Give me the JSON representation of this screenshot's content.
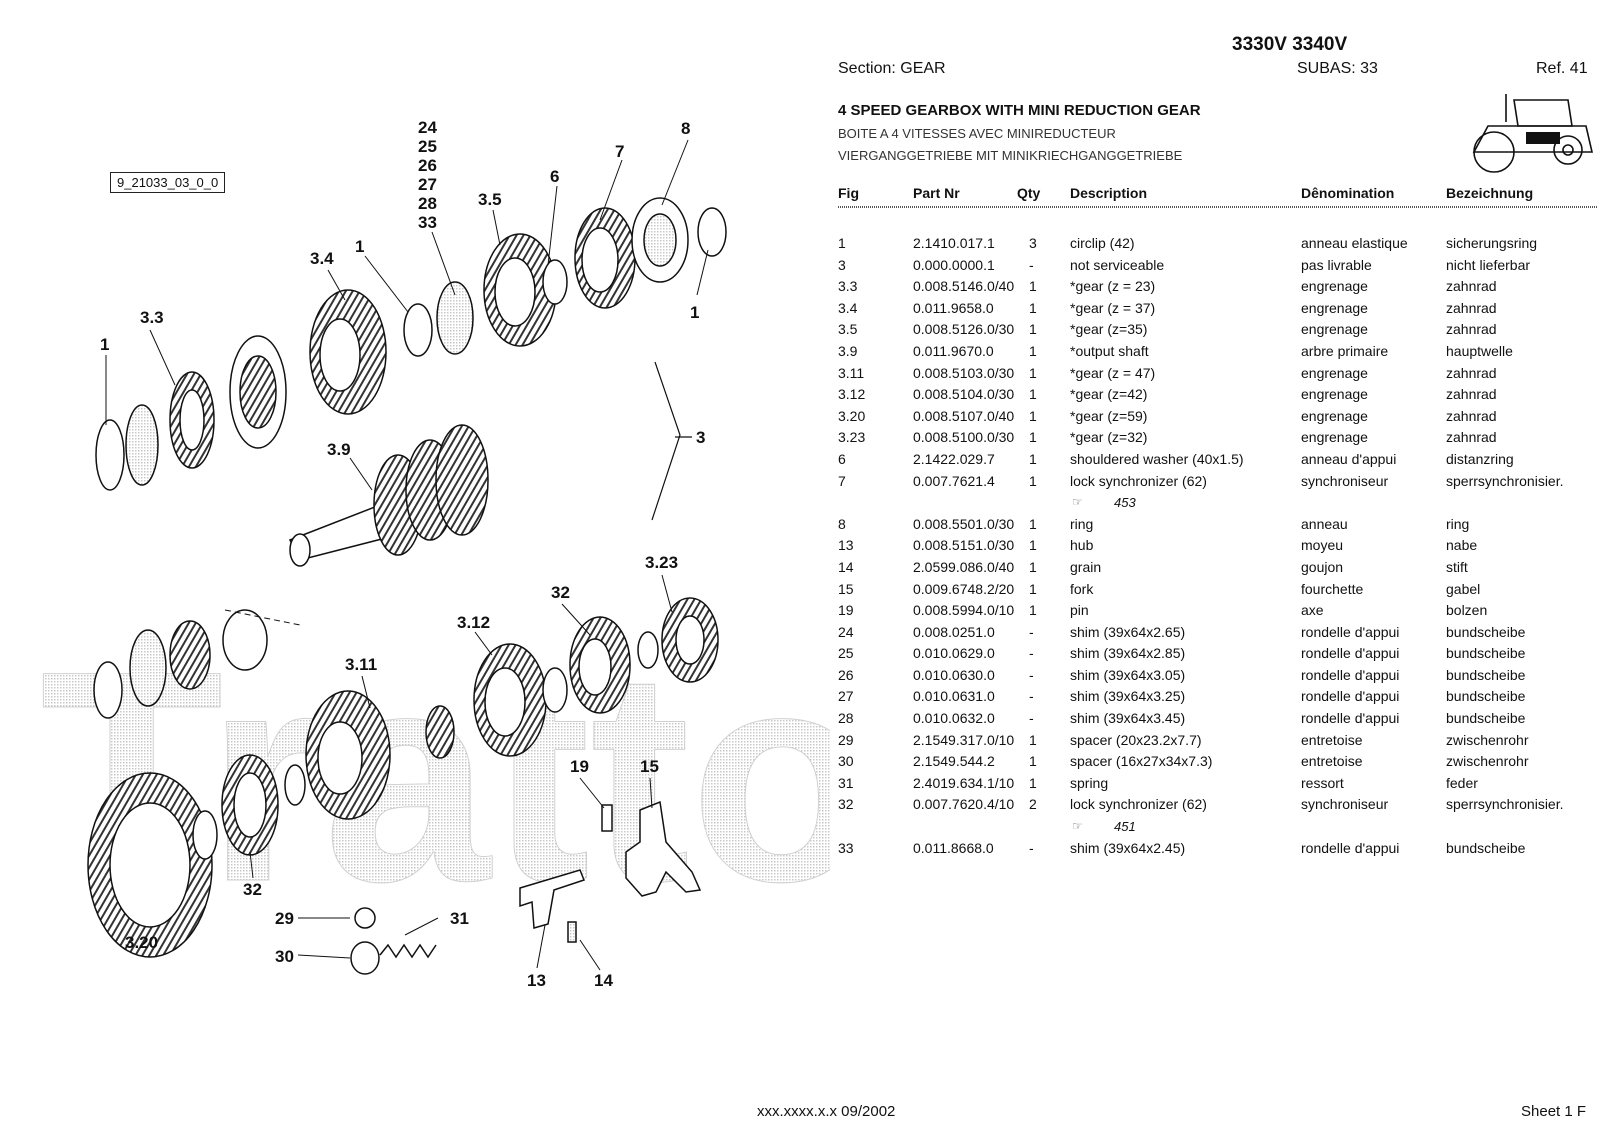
{
  "header": {
    "model": "3330V 3340V",
    "section": "Section: GEAR",
    "subas": "SUBAS: 33",
    "ref": "Ref. 41",
    "title_en": "4 SPEED GEARBOX WITH MINI REDUCTION GEAR",
    "title_fr": "BOITE A 4 VITESSES AVEC MINIREDUCTEUR",
    "title_de": "VIERGANGGETRIEBE MIT MINIKRIECHGANGGETRIEBE"
  },
  "table": {
    "headers": {
      "fig": "Fig",
      "part": "Part Nr",
      "qty": "Qty",
      "desc": "Description",
      "den": "Dênomination",
      "bez": "Bezeichnung"
    },
    "rows": [
      {
        "fig": "1",
        "part": "2.1410.017.1",
        "qty": "3",
        "desc": "circlip (42)",
        "den": "anneau elastique",
        "bez": "sicherungsring"
      },
      {
        "fig": "3",
        "part": "0.000.0000.1",
        "qty": "-",
        "desc": "not serviceable",
        "den": "pas livrable",
        "bez": "nicht lieferbar"
      },
      {
        "fig": "3.3",
        "part": "0.008.5146.0/40",
        "qty": "1",
        "desc": "*gear (z = 23)",
        "den": "engrenage",
        "bez": "zahnrad"
      },
      {
        "fig": "3.4",
        "part": "0.011.9658.0",
        "qty": "1",
        "desc": "*gear (z = 37)",
        "den": "engrenage",
        "bez": "zahnrad"
      },
      {
        "fig": "3.5",
        "part": "0.008.5126.0/30",
        "qty": "1",
        "desc": "*gear (z=35)",
        "den": "engrenage",
        "bez": "zahnrad"
      },
      {
        "fig": "3.9",
        "part": "0.011.9670.0",
        "qty": "1",
        "desc": "*output shaft",
        "den": "arbre primaire",
        "bez": "hauptwelle"
      },
      {
        "fig": "3.11",
        "part": "0.008.5103.0/30",
        "qty": "1",
        "desc": "*gear (z = 47)",
        "den": "engrenage",
        "bez": "zahnrad"
      },
      {
        "fig": "3.12",
        "part": "0.008.5104.0/30",
        "qty": "1",
        "desc": "*gear (z=42)",
        "den": "engrenage",
        "bez": "zahnrad"
      },
      {
        "fig": "3.20",
        "part": "0.008.5107.0/40",
        "qty": "1",
        "desc": "*gear (z=59)",
        "den": "engrenage",
        "bez": "zahnrad"
      },
      {
        "fig": "3.23",
        "part": "0.008.5100.0/30",
        "qty": "1",
        "desc": "*gear (z=32)",
        "den": "engrenage",
        "bez": "zahnrad"
      },
      {
        "fig": "6",
        "part": "2.1422.029.7",
        "qty": "1",
        "desc": "shouldered washer (40x1.5)",
        "den": "anneau d'appui",
        "bez": "distanzring"
      },
      {
        "fig": "7",
        "part": "0.007.7621.4",
        "qty": "1",
        "desc": "lock synchronizer (62)",
        "den": "synchroniseur",
        "bez": "sperrsynchronisier.",
        "note": "453"
      },
      {
        "fig": "8",
        "part": "0.008.5501.0/30",
        "qty": "1",
        "desc": "ring",
        "den": "anneau",
        "bez": "ring"
      },
      {
        "fig": "13",
        "part": "0.008.5151.0/30",
        "qty": "1",
        "desc": "hub",
        "den": "moyeu",
        "bez": "nabe"
      },
      {
        "fig": "14",
        "part": "2.0599.086.0/40",
        "qty": "1",
        "desc": "grain",
        "den": "goujon",
        "bez": "stift"
      },
      {
        "fig": "15",
        "part": "0.009.6748.2/20",
        "qty": "1",
        "desc": "fork",
        "den": "fourchette",
        "bez": "gabel"
      },
      {
        "fig": "19",
        "part": "0.008.5994.0/10",
        "qty": "1",
        "desc": "pin",
        "den": "axe",
        "bez": "bolzen"
      },
      {
        "fig": "24",
        "part": "0.008.0251.0",
        "qty": "-",
        "desc": "shim (39x64x2.65)",
        "den": "rondelle d'appui",
        "bez": "bundscheibe"
      },
      {
        "fig": "25",
        "part": "0.010.0629.0",
        "qty": "-",
        "desc": "shim (39x64x2.85)",
        "den": "rondelle d'appui",
        "bez": "bundscheibe"
      },
      {
        "fig": "26",
        "part": "0.010.0630.0",
        "qty": "-",
        "desc": "shim (39x64x3.05)",
        "den": "rondelle d'appui",
        "bez": "bundscheibe"
      },
      {
        "fig": "27",
        "part": "0.010.0631.0",
        "qty": "-",
        "desc": "shim (39x64x3.25)",
        "den": "rondelle d'appui",
        "bez": "bundscheibe"
      },
      {
        "fig": "28",
        "part": "0.010.0632.0",
        "qty": "-",
        "desc": "shim (39x64x3.45)",
        "den": "rondelle d'appui",
        "bez": "bundscheibe"
      },
      {
        "fig": "29",
        "part": "2.1549.317.0/10",
        "qty": "1",
        "desc": "spacer (20x23.2x7.7)",
        "den": "entretoise",
        "bez": "zwischenrohr"
      },
      {
        "fig": "30",
        "part": "2.1549.544.2",
        "qty": "1",
        "desc": "spacer (16x27x34x7.3)",
        "den": "entretoise",
        "bez": "zwischenrohr"
      },
      {
        "fig": "31",
        "part": "2.4019.634.1/10",
        "qty": "1",
        "desc": "spring",
        "den": "ressort",
        "bez": "feder"
      },
      {
        "fig": "32",
        "part": "0.007.7620.4/10",
        "qty": "2",
        "desc": "lock synchronizer (62)",
        "den": "synchroniseur",
        "bez": "sperrsynchronisier.",
        "note": "451"
      },
      {
        "fig": "33",
        "part": "0.011.8668.0",
        "qty": "-",
        "desc": "shim (39x64x2.45)",
        "den": "rondelle d'appui",
        "bez": "bundscheibe"
      }
    ]
  },
  "drawing": {
    "ref_code": "9_21033_03_0_0",
    "callouts": [
      "24",
      "25",
      "26",
      "27",
      "28",
      "33",
      "8",
      "7",
      "6",
      "3.5",
      "1",
      "3.4",
      "3.3",
      "1",
      "1",
      "3",
      "3.9",
      "3.23",
      "32",
      "3.12",
      "3.11",
      "19",
      "15",
      "32",
      "3.20",
      "29",
      "31",
      "30",
      "13",
      "14"
    ],
    "watermark": "Trattore.it"
  },
  "footer": {
    "code": "xxx.xxxx.x.x  09/2002",
    "sheet": "Sheet 1 F"
  }
}
